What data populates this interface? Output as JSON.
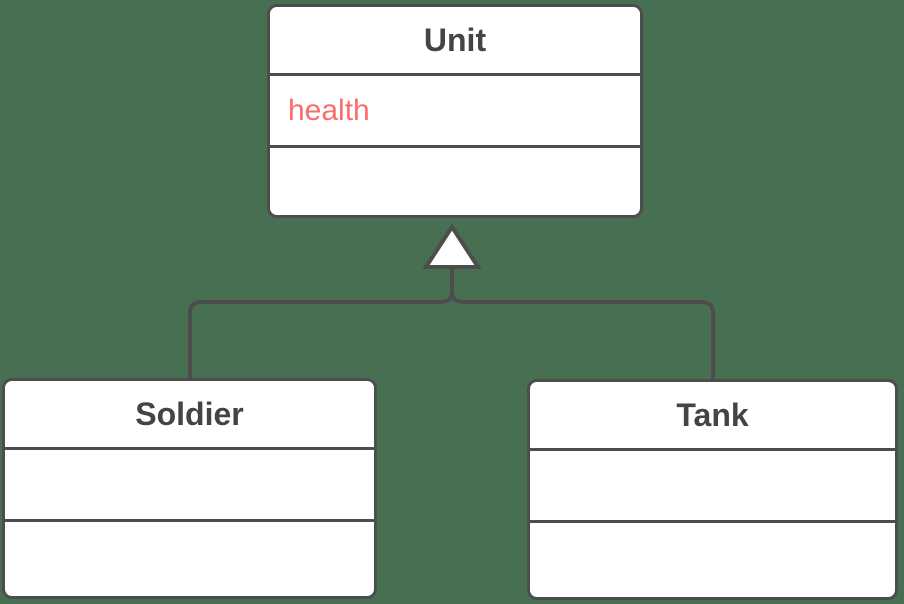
{
  "diagram": {
    "type": "uml-class-diagram",
    "background_color": "#477052",
    "line_color": "#4d4d4d",
    "box_fill_color": "#ffffff",
    "class_name_color": "#444444",
    "attribute_text_color": "#fb6d6d",
    "classes": [
      {
        "id": "unit",
        "name": "Unit",
        "attributes": [
          "health"
        ],
        "methods": []
      },
      {
        "id": "soldier",
        "name": "Soldier",
        "attributes": [],
        "methods": []
      },
      {
        "id": "tank",
        "name": "Tank",
        "attributes": [],
        "methods": []
      }
    ],
    "relationships": [
      {
        "type": "inheritance",
        "from": "Soldier",
        "to": "Unit",
        "marker": "hollow-triangle"
      },
      {
        "type": "inheritance",
        "from": "Tank",
        "to": "Unit",
        "marker": "hollow-triangle"
      }
    ]
  }
}
